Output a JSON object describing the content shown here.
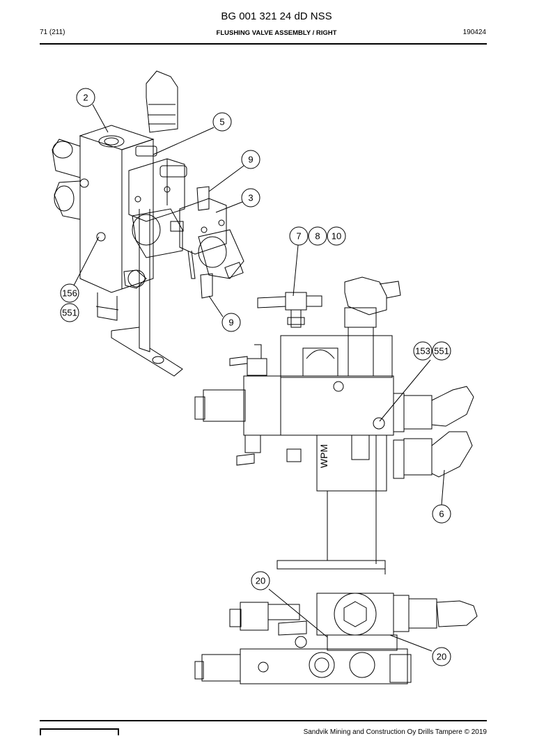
{
  "header": {
    "title": "BG 001 321 24 dD NSS",
    "page": "71 (211)",
    "subtitle": "FLUSHING VALVE ASSEMBLY / RIGHT",
    "date_code": "190424"
  },
  "balloons": {
    "b2": "2",
    "b5": "5",
    "b9a": "9",
    "b3": "3",
    "b7": "7",
    "b8": "8",
    "b10": "10",
    "b156": "156",
    "b551a": "551",
    "b9b": "9",
    "b153": "153",
    "b551b": "551",
    "b6": "6",
    "b20a": "20",
    "b20b": "20"
  },
  "drawing_marks": {
    "wpm": "WPM"
  },
  "footer": {
    "copyright": "Sandvik Mining and Construction Oy Drills Tampere © 2019"
  }
}
